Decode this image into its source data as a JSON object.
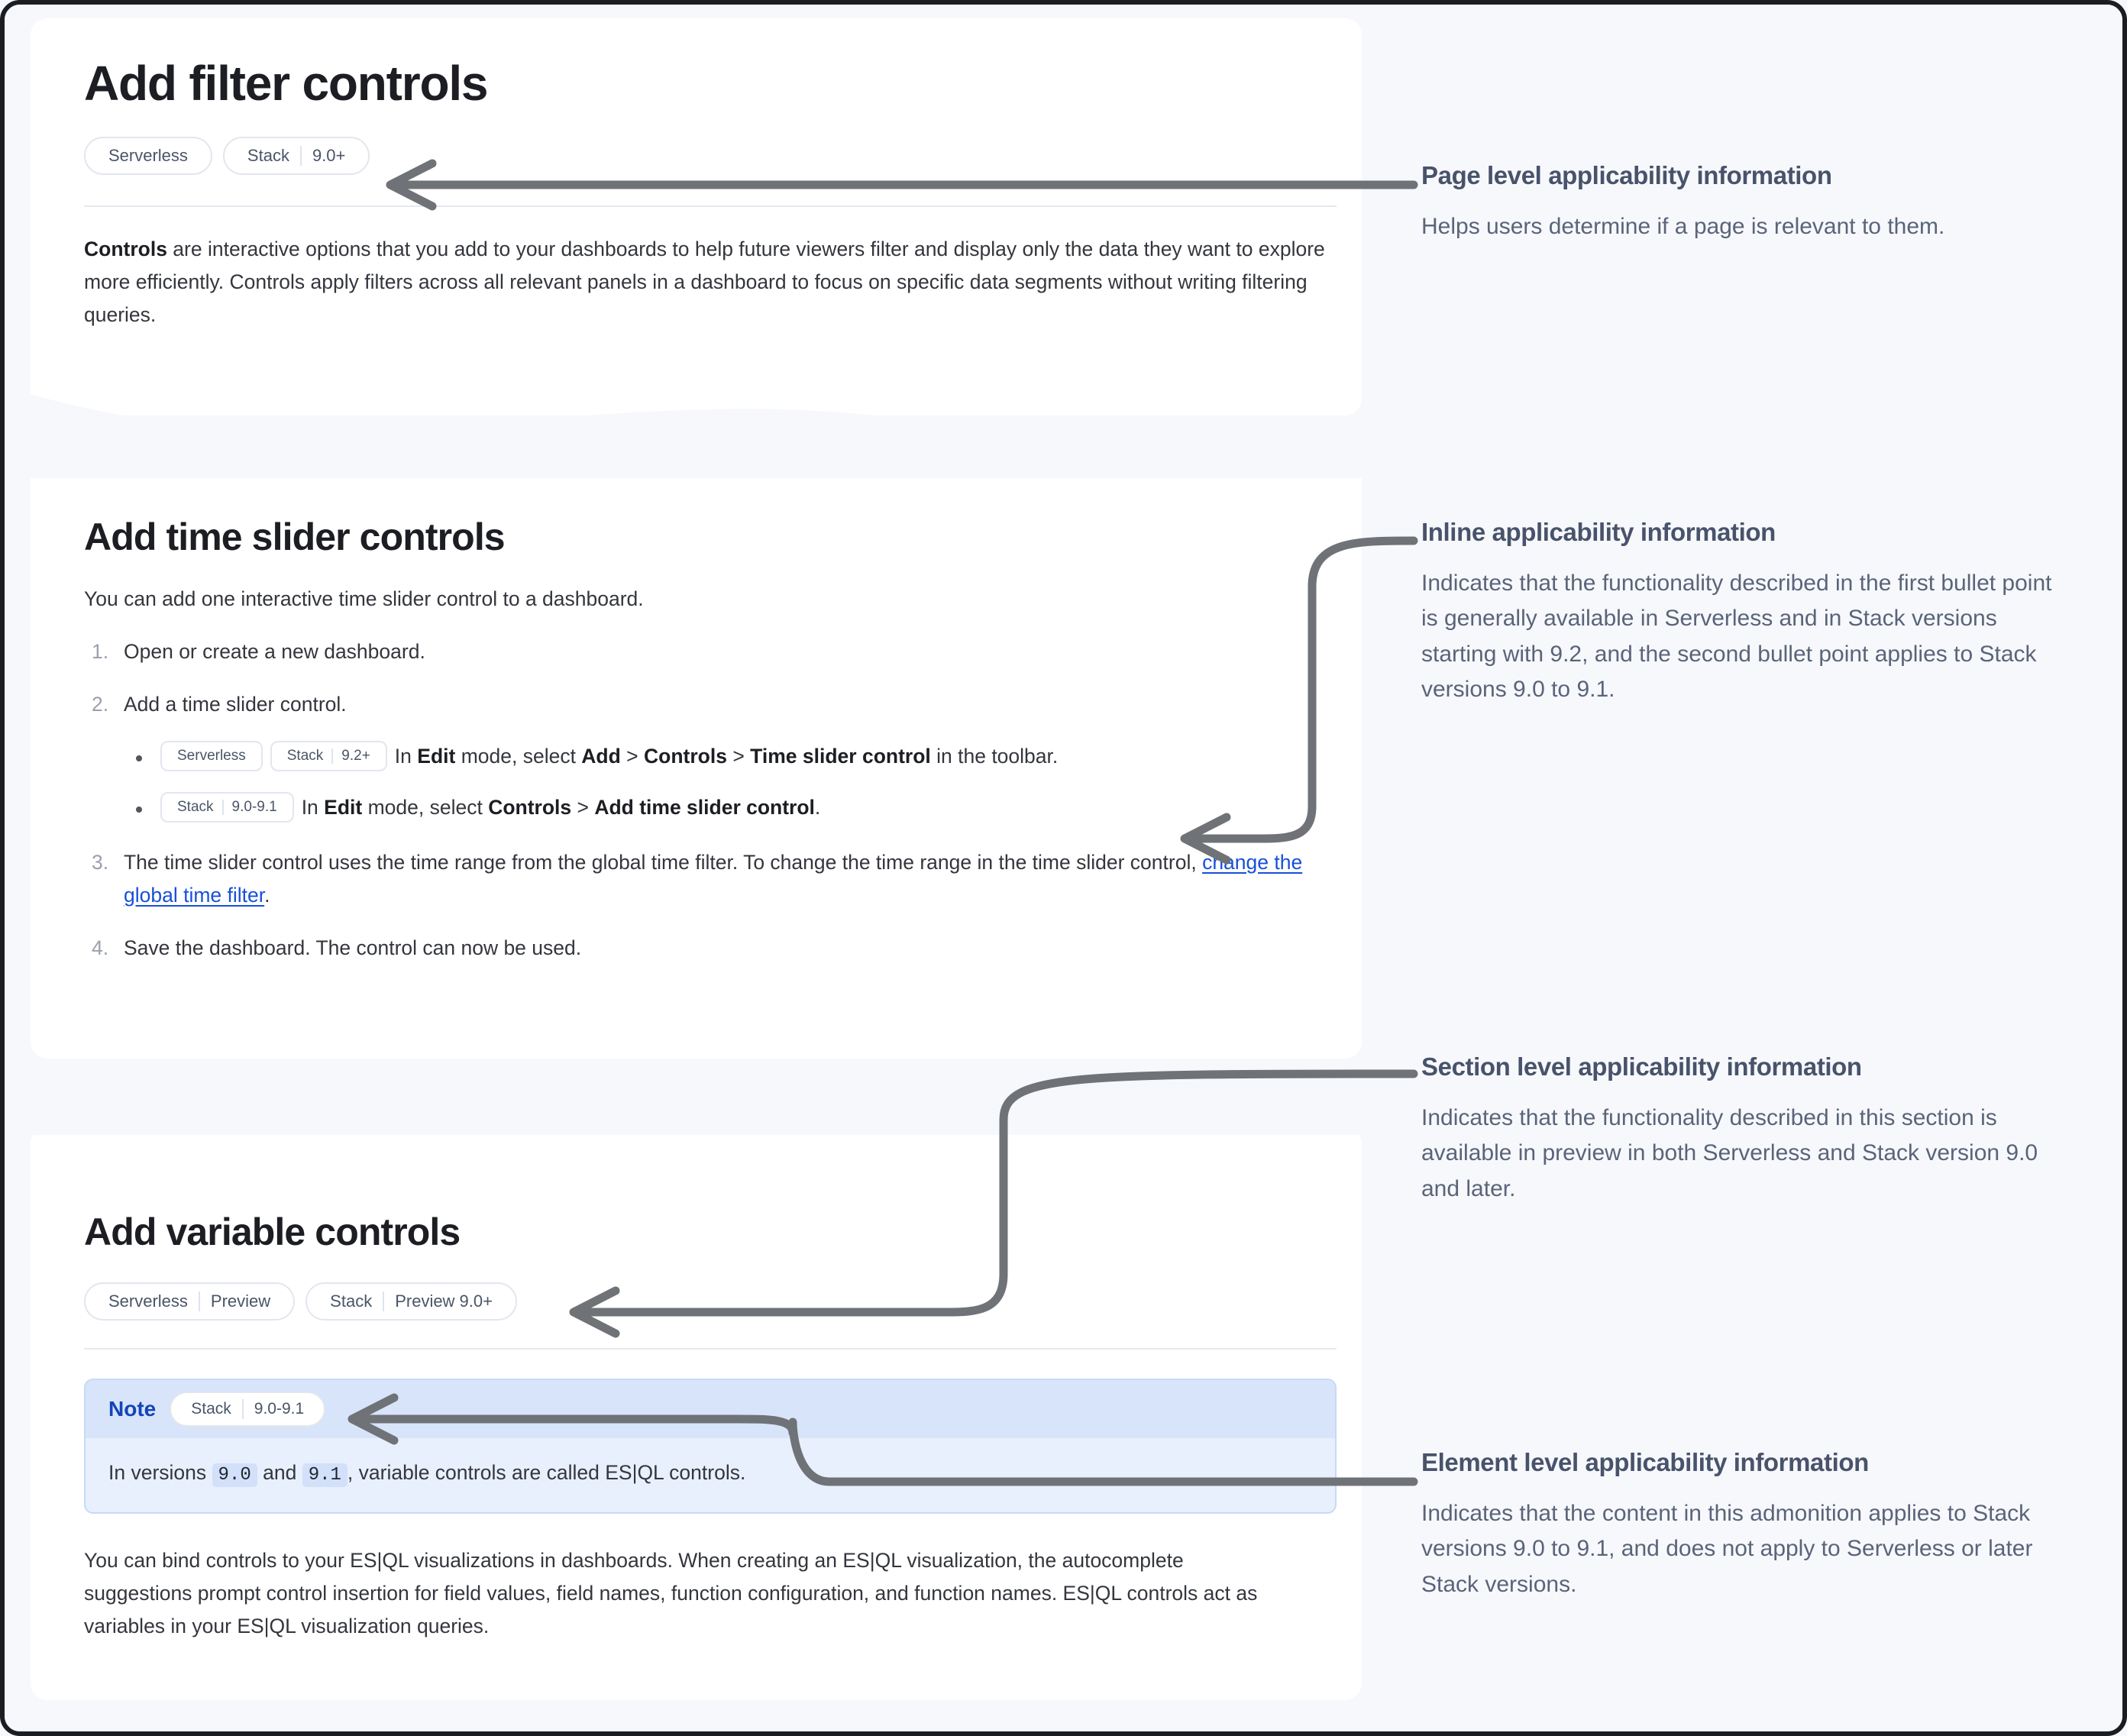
{
  "page": {
    "title": "Add filter controls",
    "applicability": [
      {
        "segments": [
          "Serverless"
        ]
      },
      {
        "segments": [
          "Stack",
          "9.0+"
        ]
      }
    ],
    "intro_bold": "Controls",
    "intro_rest": " are interactive options that you add to your dashboards to help future viewers filter and display only the data they want to explore more efficiently. Controls apply filters across all relevant panels in a dashboard to focus on specific data segments without writing filtering queries."
  },
  "time_slider_section": {
    "title": "Add time slider controls",
    "lead": "You can add one interactive time slider control to a dashboard.",
    "steps": [
      {
        "kind": "text",
        "text": "Open or create a new dashboard."
      },
      {
        "kind": "text",
        "text": "Add a time slider control."
      },
      {
        "kind": "rich",
        "prefix": "The time slider control uses the time range from the global time filter. To change the time range in the time slider control, ",
        "link": "change the global time filter",
        "suffix": "."
      },
      {
        "kind": "text",
        "text": "Save the dashboard. The control can now be used."
      }
    ],
    "bullets": [
      {
        "badges": [
          {
            "segments": [
              "Serverless"
            ]
          },
          {
            "segments": [
              "Stack",
              "9.2+"
            ]
          }
        ],
        "parts": [
          {
            "b": false,
            "t": "In "
          },
          {
            "b": true,
            "t": "Edit"
          },
          {
            "b": false,
            "t": " mode, select "
          },
          {
            "b": true,
            "t": "Add"
          },
          {
            "b": false,
            "t": " > "
          },
          {
            "b": true,
            "t": "Controls"
          },
          {
            "b": false,
            "t": " > "
          },
          {
            "b": true,
            "t": "Time slider control"
          },
          {
            "b": false,
            "t": " in the toolbar."
          }
        ]
      },
      {
        "badges": [
          {
            "segments": [
              "Stack",
              "9.0-9.1"
            ]
          }
        ],
        "parts": [
          {
            "b": false,
            "t": "In "
          },
          {
            "b": true,
            "t": "Edit"
          },
          {
            "b": false,
            "t": " mode, select "
          },
          {
            "b": true,
            "t": "Controls"
          },
          {
            "b": false,
            "t": " > "
          },
          {
            "b": true,
            "t": "Add time slider control"
          },
          {
            "b": false,
            "t": "."
          }
        ]
      }
    ]
  },
  "variable_section": {
    "title": "Add variable controls",
    "applicability": [
      {
        "segments": [
          "Serverless",
          "Preview"
        ]
      },
      {
        "segments": [
          "Stack",
          "Preview 9.0+"
        ]
      }
    ],
    "note": {
      "label": "Note",
      "badge": {
        "segments": [
          "Stack",
          "9.0-9.1"
        ]
      },
      "body_before": "In versions ",
      "code_1": "9.0",
      "body_mid": " and ",
      "code_2": "9.1",
      "body_after": ", variable controls are called ES|QL controls."
    },
    "paragraph": "You can bind controls to your ES|QL visualizations in dashboards. When creating an ES|QL visualization, the autocomplete suggestions prompt control insertion for field values, field names, function configuration, and function names. ES|QL controls act as variables in your ES|QL visualization queries."
  },
  "annotations": [
    {
      "heading": "Page level applicability information",
      "text": "Helps users determine if a page is relevant to them."
    },
    {
      "heading": "Inline applicability information",
      "text": "Indicates that the functionality described in the first bullet point is generally available in Serverless and in Stack versions starting with 9.2, and the second bullet point applies to Stack versions 9.0 to 9.1."
    },
    {
      "heading": "Section level applicability information",
      "text": "Indicates that the functionality described in this section is available in preview in both Serverless and Stack version 9.0 and later."
    },
    {
      "heading": "Element level applicability information",
      "text": "Indicates that the content in this admonition applies to Stack versions 9.0 to 9.1, and does not apply to Serverless or later Stack versions."
    }
  ],
  "colors": {
    "page_background": "#f7f8fc",
    "card_background": "#ffffff",
    "connector": "#6f7276",
    "link": "#1750d8",
    "note_header": "#d7e4fa",
    "note_body": "#e8f0fd",
    "note_label": "#1544b8",
    "badge_text": "#4a5568",
    "annotation_heading": "#48536b",
    "annotation_text": "#5a6479"
  }
}
